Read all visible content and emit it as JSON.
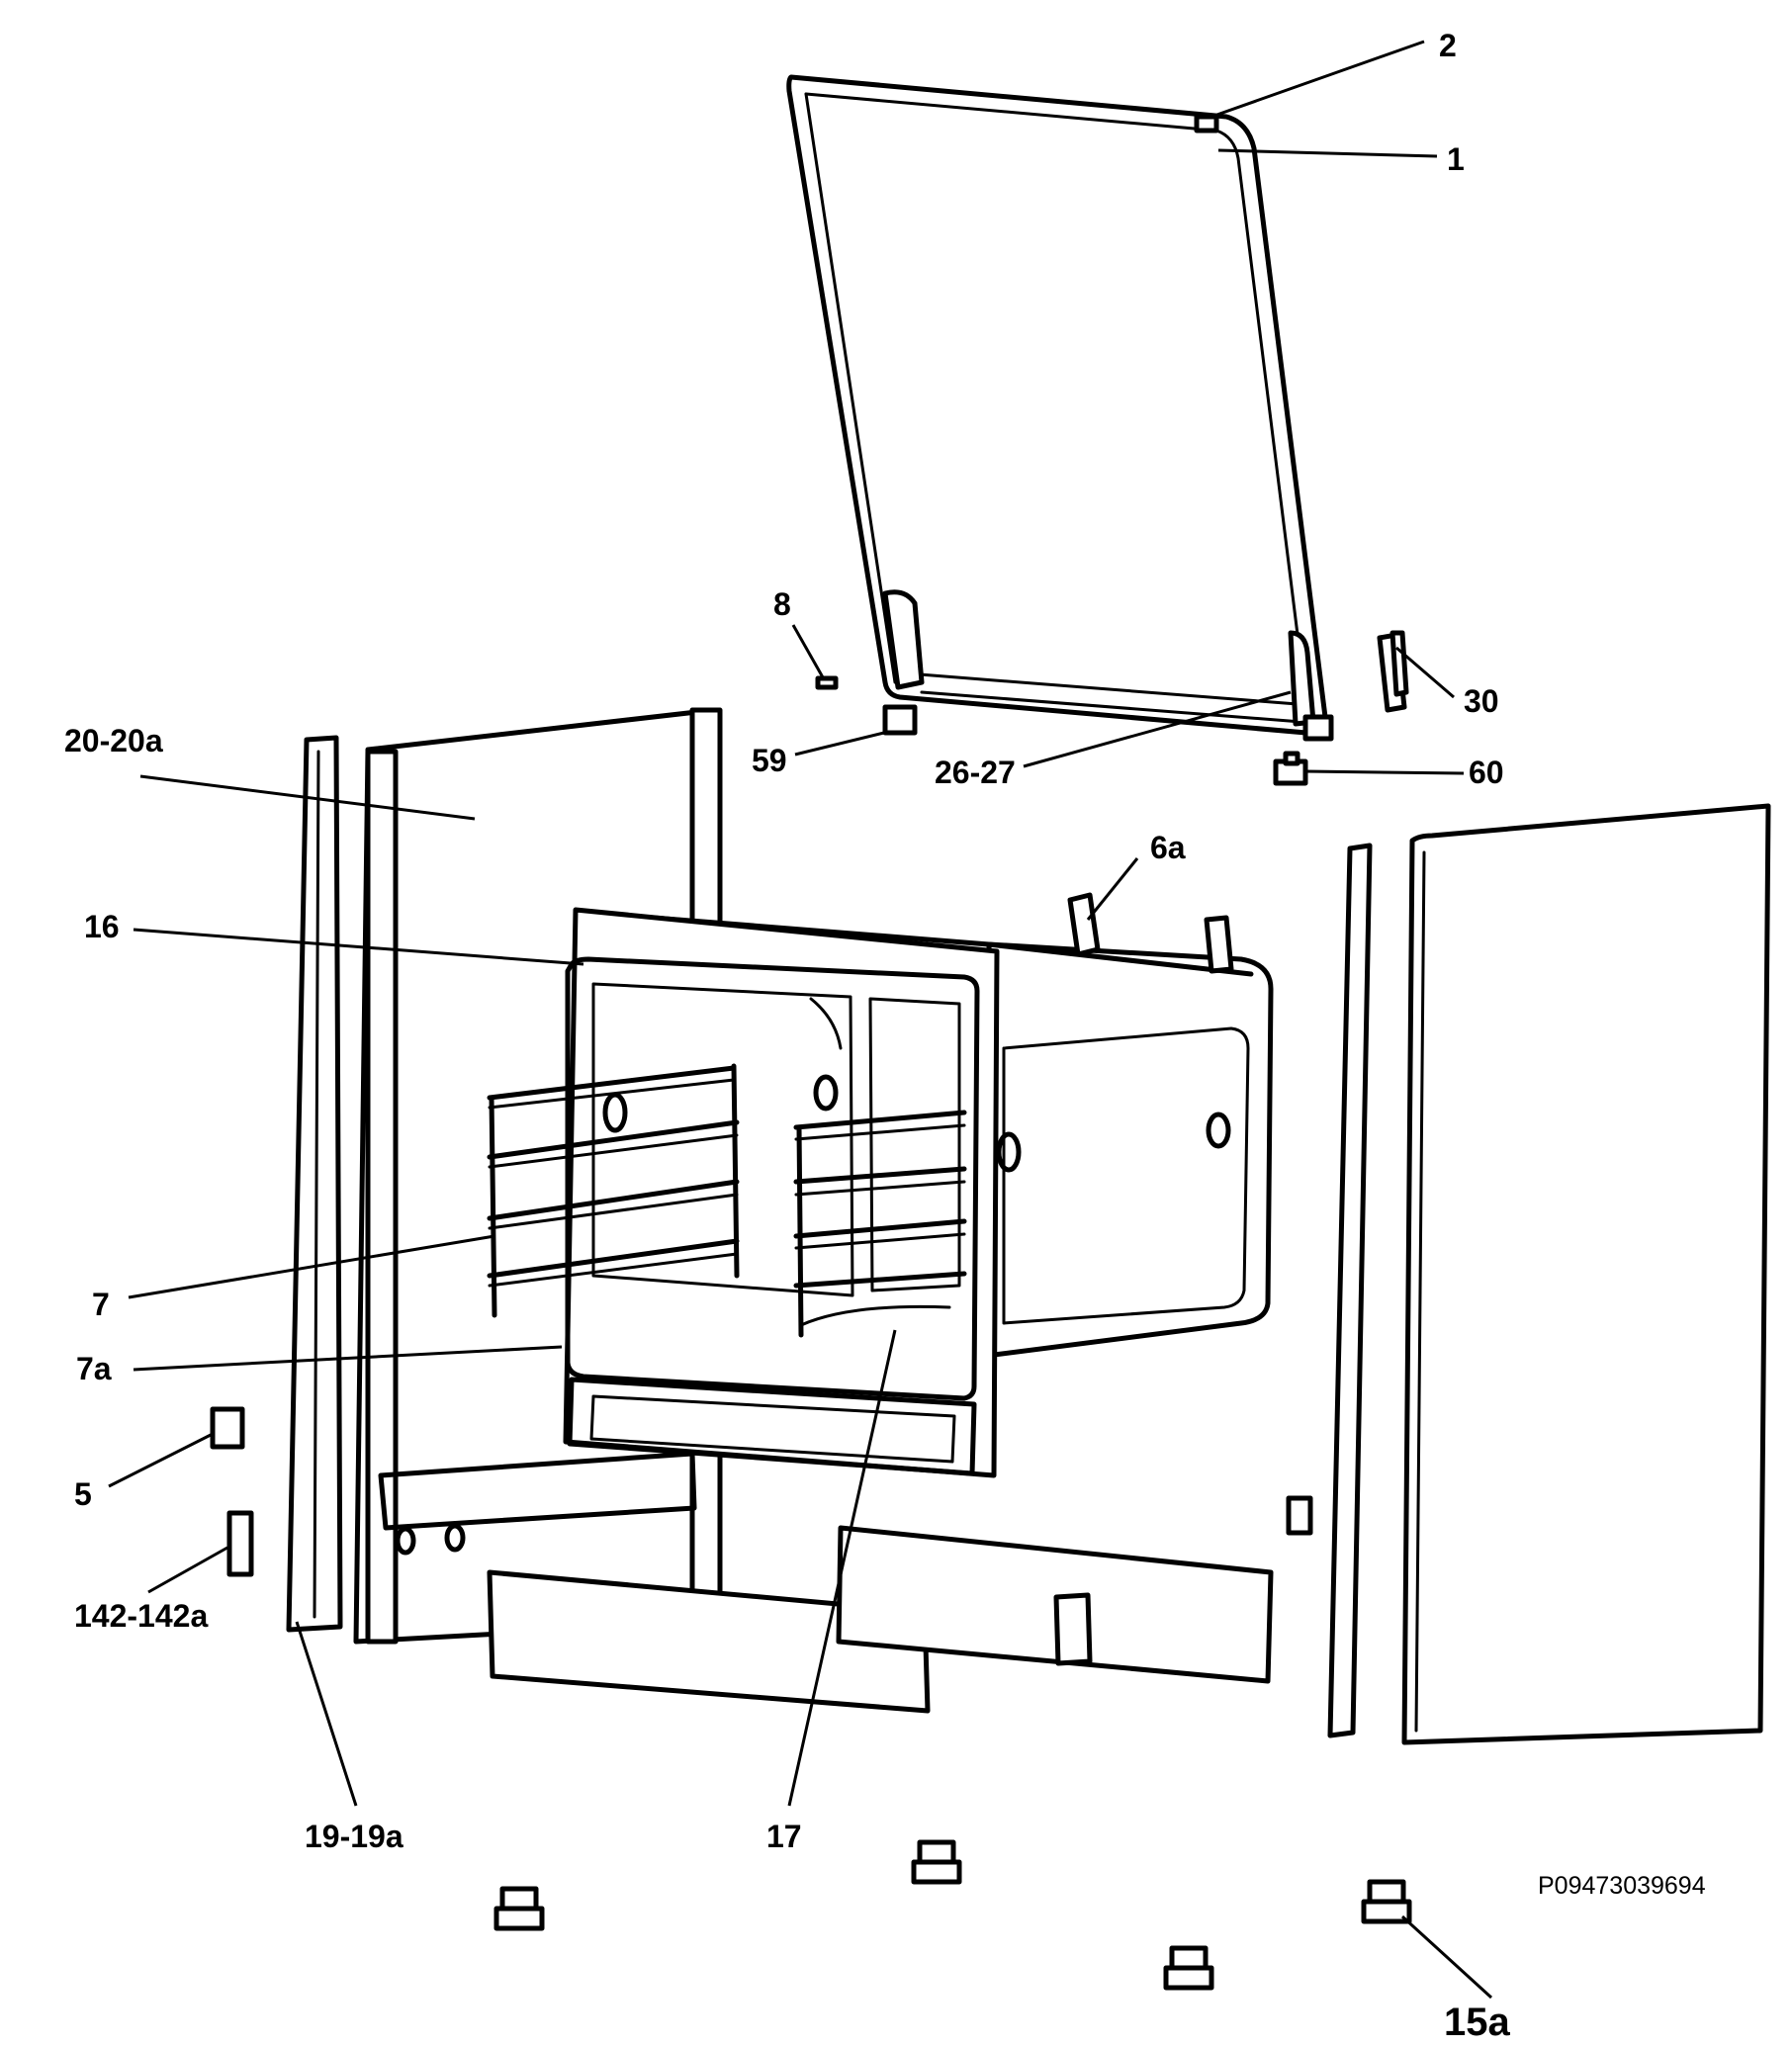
{
  "diagram": {
    "code": "P09473039694",
    "labels": {
      "l1": "1",
      "l2": "2",
      "l5": "5",
      "l6a": "6a",
      "l7": "7",
      "l7a": "7a",
      "l8": "8",
      "l15a": "15a",
      "l16": "16",
      "l17": "17",
      "l19": "19-19a",
      "l20": "20-20a",
      "l26": "26-27",
      "l30": "30",
      "l59": "59",
      "l60": "60",
      "l142": "142-142a"
    }
  }
}
